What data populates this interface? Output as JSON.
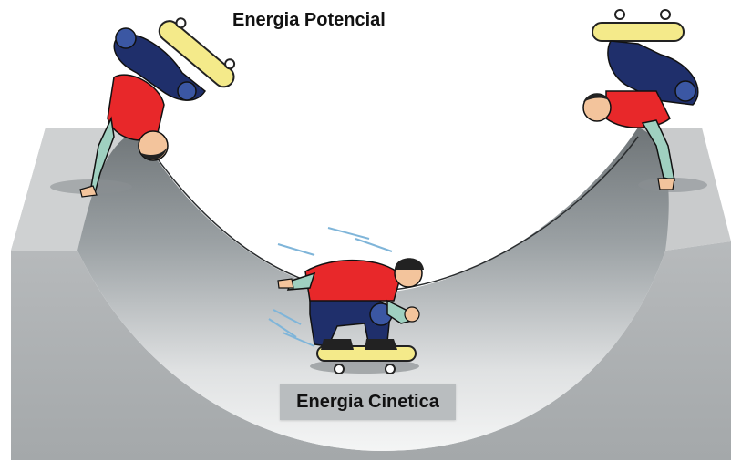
{
  "labels": {
    "potential": "Energia Potencial",
    "kinetic": "Energia Cinetica"
  },
  "colors": {
    "background": "#ffffff",
    "ramp_top": "#c9cbcc",
    "ramp_front": "#a9acae",
    "ramp_bowl_light": "#f2f3f3",
    "ramp_bowl_dark": "#8f9496",
    "shirt_red": "#e8282a",
    "pants_navy": "#1f2f6b",
    "pads_blue": "#3b57a3",
    "skin": "#f3c49c",
    "sleeve": "#9fd0c0",
    "board_yellow": "#f4ea8a",
    "label_box": "#b9bdbf"
  },
  "figures": [
    {
      "name": "skater-top-left",
      "pose": "handplant"
    },
    {
      "name": "skater-top-right",
      "pose": "handplant"
    },
    {
      "name": "skater-bottom",
      "pose": "crouch"
    }
  ]
}
